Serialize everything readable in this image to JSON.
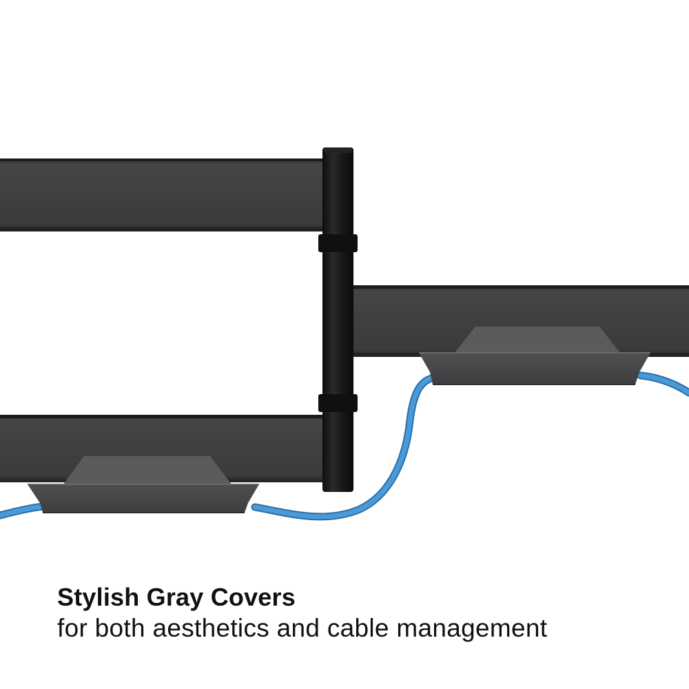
{
  "caption": {
    "headline": "Stylish Gray Covers",
    "subline": "for both aesthetics and cable management"
  },
  "colors": {
    "background": "#ffffff",
    "arm": "#3f3f41",
    "arm_edge": "#1c1c1d",
    "pivot": "#151516",
    "cover": "#4a4a4c",
    "cover_top": "#5c5c5e",
    "cable": "#3d8ccc",
    "cable_dark": "#2a6ea6",
    "text": "#111111"
  },
  "icons": [
    "tv-mount-arm",
    "cable-cover",
    "blue-cable"
  ]
}
